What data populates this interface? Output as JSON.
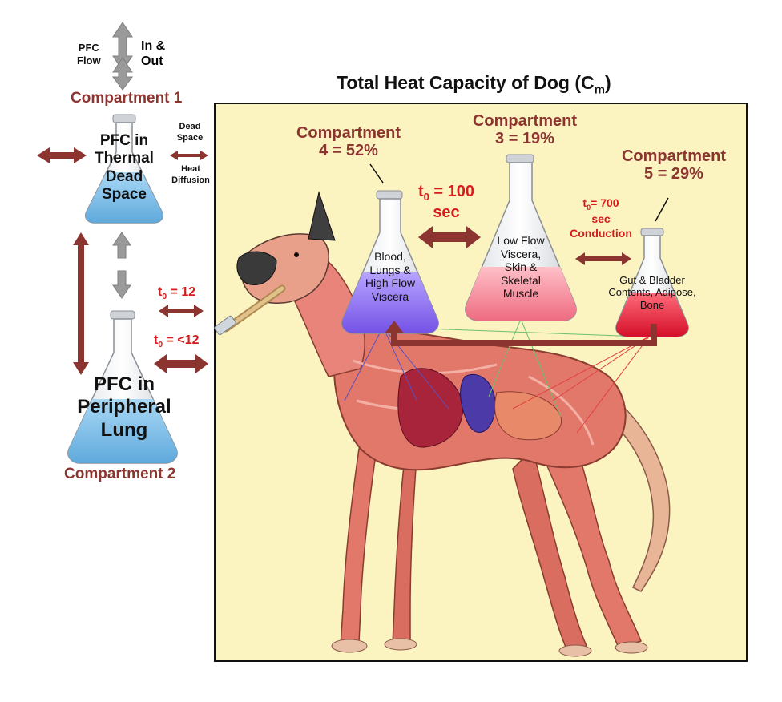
{
  "title": {
    "main": "Total Heat Capacity of Dog (C",
    "sub": "m",
    "end": ")"
  },
  "left": {
    "pfc_flow": "PFC\nFlow",
    "in_out": "In &\nOut",
    "compartment1": "Compartment 1",
    "compartment2": "Compartment 2",
    "flask1_label": "PFC in Thermal Dead Space",
    "flask2_label": "PFC in Peripheral Lung",
    "dead_space": "Dead\nSpace",
    "heat_diffusion": "Heat\nDiffusion",
    "t12": {
      "t": "t",
      "sub": "0",
      "rest": " = 12"
    },
    "tlt12": {
      "t": "t",
      "sub": "0",
      "rest": " = <12"
    }
  },
  "right": {
    "comp4": "Compartment\n4 = 52%",
    "comp3": "Compartment\n3 = 19%",
    "comp5": "Compartment\n5 = 29%",
    "flask4_label": "Blood,\nLungs &\nHigh Flow\nViscera",
    "flask3_label": "Low Flow\nViscera,\nSkin &\nSkeletal\nMuscle",
    "flask5_label": "Gut & Bladder\nContents, Adipose,\nBone",
    "t100": {
      "t": "t",
      "sub": "0",
      "rest": " = 100",
      "line2": "sec"
    },
    "t700": {
      "t": "t",
      "sub": "0",
      "rest": "= 700",
      "line2": "sec",
      "line3": "Conduction"
    }
  },
  "colors": {
    "arrow": "#8c3530",
    "gray_arrow": "#9a9a9a",
    "panel_bg": "#fbf3c0",
    "blue_liquid": "#7cc0ea",
    "purple_liquid": "#8a6cf0",
    "pink_liquid": "#f27f90",
    "red_liquid": "#e41a34",
    "muscle": "#e2786a",
    "label_red": "#d61c1c",
    "compartment_text": "#8c3530"
  }
}
